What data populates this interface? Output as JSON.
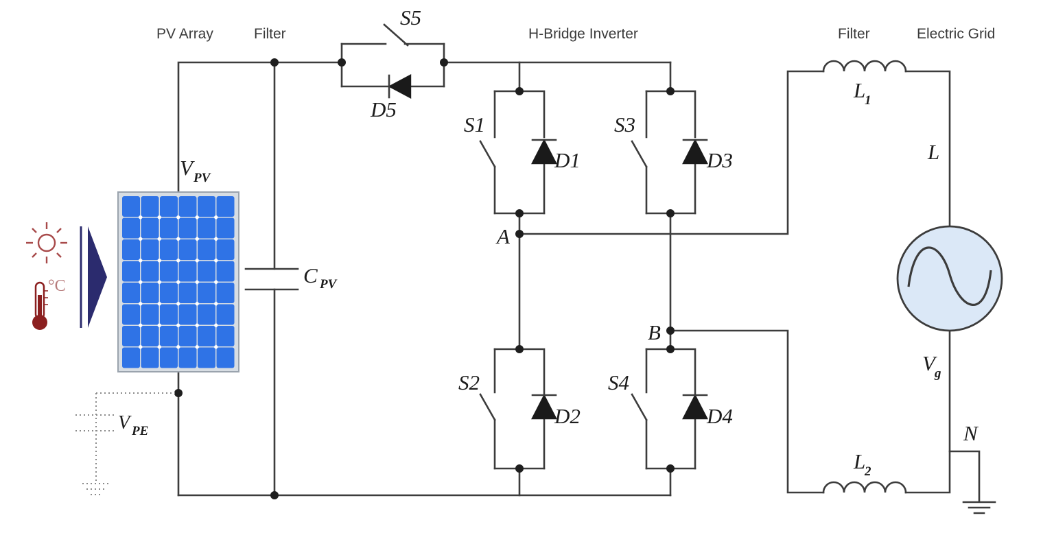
{
  "headers": {
    "pv_array": "PV Array",
    "filter_dc": "Filter",
    "h_bridge": "H-Bridge Inverter",
    "filter_ac": "Filter",
    "electric_grid": "Electric Grid"
  },
  "labels": {
    "s5": "S5",
    "d5": "D5",
    "s1": "S1",
    "d1": "D1",
    "s3": "S3",
    "d3": "D3",
    "s2": "S2",
    "d2": "D2",
    "s4": "S4",
    "d4": "D4",
    "node_a": "A",
    "node_b": "B",
    "vpv_main": "V",
    "vpv_sub": "PV",
    "vpe_main": "V",
    "vpe_sub": "PE",
    "cpv_main": "C",
    "cpv_sub": "PV",
    "l1_main": "L",
    "l1_sub": "1",
    "l2_main": "L",
    "l2_sub": "2",
    "line_l": "L",
    "neutral_n": "N",
    "vg_main": "V",
    "vg_sub": "g",
    "temp_unit": "°C"
  },
  "colors": {
    "wire": "#3c3c3c",
    "panel_cell": "#2f73e6",
    "grid_source": "#dbe8f7",
    "arrow": "#2b2b6e",
    "thermometer": "#8b1f1f"
  }
}
